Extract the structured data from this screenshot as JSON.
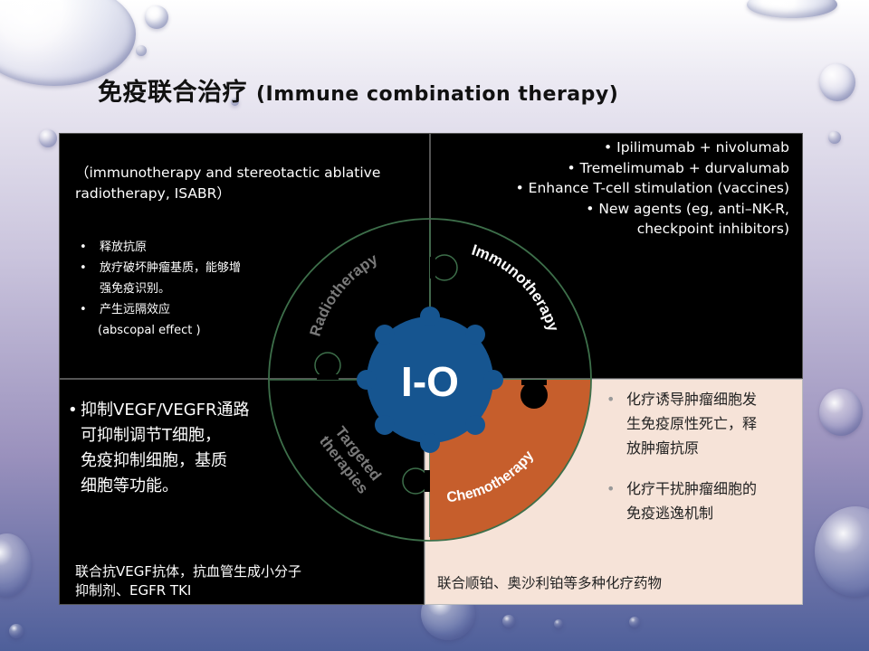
{
  "title": {
    "cn": "免疫联合治疗",
    "en": "(Immune combination therapy)"
  },
  "diagram": {
    "center_label": "I-O",
    "quadrants": {
      "radiotherapy": "Radiotherapy",
      "immunotherapy": "Immunotherapy",
      "chemotherapy": "Chemotherapy",
      "targeted_line1": "Targeted",
      "targeted_line2": "therapies"
    },
    "colors": {
      "center": "#165590",
      "chemo": "#c65e2c",
      "ring": "#3d6f4a",
      "chemo_panel": "#f6e3d8"
    }
  },
  "radiotherapy_panel": {
    "intro": "（immunotherapy and stereotactic ablative radiotherapy, ISABR）",
    "bullets": [
      "•",
      "•",
      "•"
    ],
    "items": [
      "释放抗原",
      "放疗破坏肿瘤基质，能够增",
      "强免疫识别。",
      "产生远隔效应",
      "(abscopal effect )"
    ]
  },
  "immunotherapy_panel": {
    "items": [
      "• Ipilimumab + nivolumab",
      "• Tremelimumab + durvalumab",
      "• Enhance T-cell stimulation (vaccines)",
      "• New agents (eg, anti–NK-R,",
      "checkpoint inhibitors)"
    ]
  },
  "targeted_panel": {
    "bullet": "•",
    "lines": [
      "抑制VEGF/VEGFR通路",
      "可抑制调节T细胞，",
      "免疫抑制细胞，基质",
      "细胞等功能。"
    ],
    "footer_line1": "联合抗VEGF抗体，抗血管生成小分子",
    "footer_line2": "抑制剂、EGFR TKI"
  },
  "chemotherapy_panel": {
    "bullet": "•",
    "item1_lines": [
      "化疗诱导肿瘤细胞发",
      "生免疫原性死亡，释",
      "放肿瘤抗原"
    ],
    "item2_lines": [
      "化疗干扰肿瘤细胞的",
      "免疫逃逸机制"
    ],
    "footer": "联合顺铂、奥沙利铂等多种化疗药物"
  }
}
